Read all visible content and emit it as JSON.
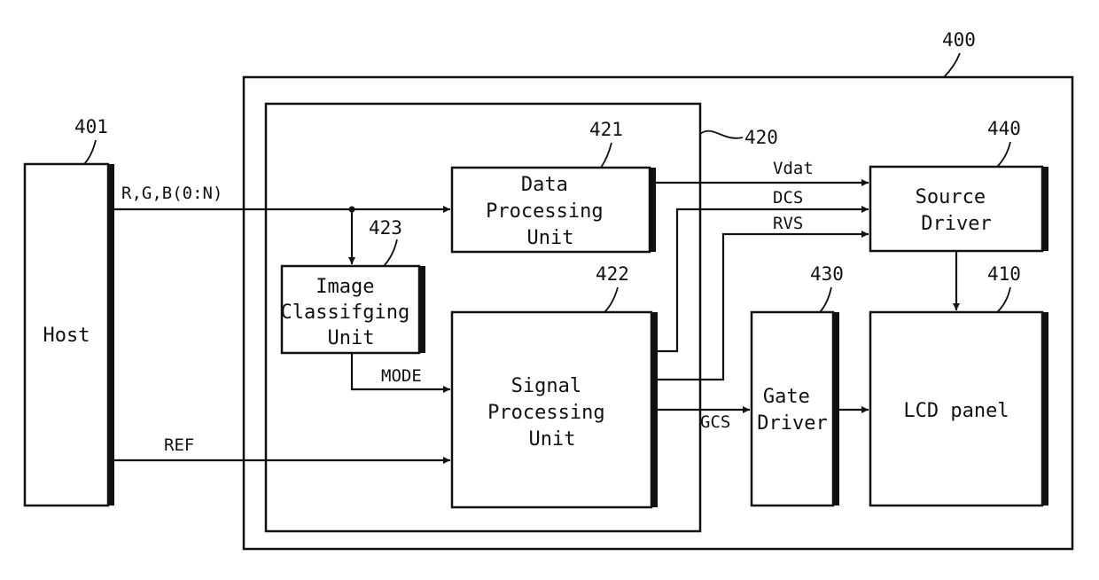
{
  "refs": {
    "device": "400",
    "host": "401",
    "controller": "420",
    "data_unit": "421",
    "signal_unit": "422",
    "classifier": "423",
    "gate_driver": "430",
    "source_driver": "440",
    "panel": "410"
  },
  "blocks": {
    "host": [
      "Host"
    ],
    "data_unit": [
      "Data",
      "Processing",
      "Unit"
    ],
    "classifier": [
      "Image",
      "Classifging",
      "Unit"
    ],
    "signal_unit": [
      "Signal",
      "Processing",
      "Unit"
    ],
    "source_driver": [
      "Source",
      "Driver"
    ],
    "gate_driver": [
      "Gate",
      "Driver"
    ],
    "panel": [
      "LCD panel"
    ]
  },
  "signals": {
    "rgb": "R,G,B(0:N)",
    "ref": "REF",
    "mode": "MODE",
    "vdat": "Vdat",
    "dcs": "DCS",
    "rvs": "RVS",
    "gcs": "GCS"
  }
}
